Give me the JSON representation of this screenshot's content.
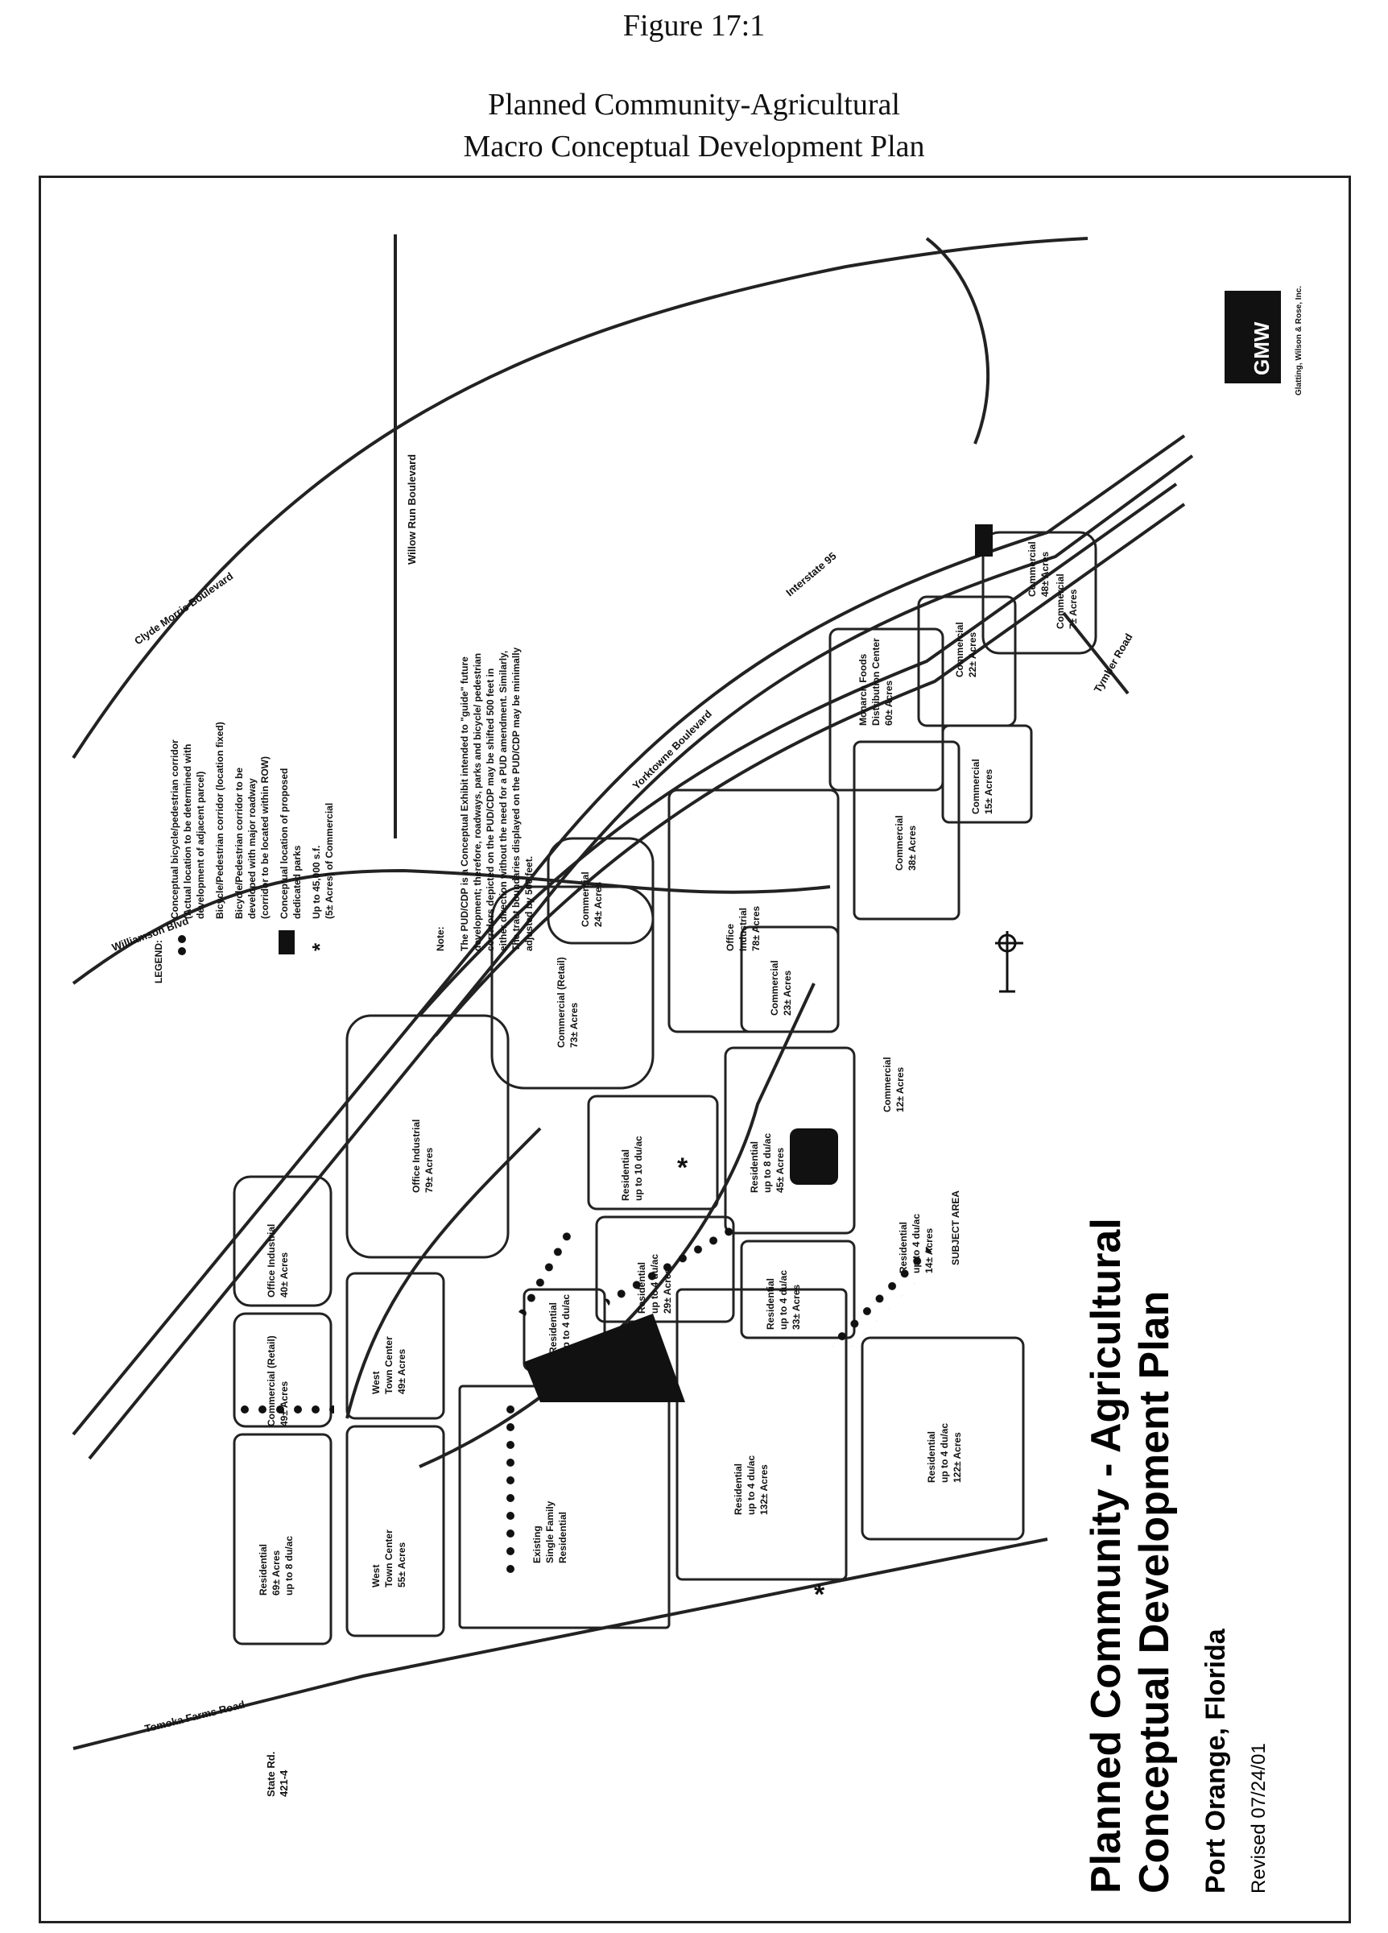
{
  "header": {
    "figure": "Figure 17:1",
    "title_line1": "Planned Community-Agricultural",
    "title_line2": "Macro Conceptual Development Plan"
  },
  "roads": {
    "clyde_morris": "Clyde Morris Boulevard",
    "interstate": "Interstate 95",
    "yorktowne": "Yorktowne Boulevard",
    "willow_run": "Willow Run Boulevard",
    "williamson": "Williamson Blvd",
    "tymber": "Tymber Road",
    "tomoka": "Tomoka Farms Road",
    "state_rd_1": "State Rd.",
    "state_rd_2": "421-4"
  },
  "legend": {
    "heading": "LEGEND:",
    "item1a": "Conceptual bicycle/pedestrian corridor",
    "item1b": "(Actual location to be determined with",
    "item1c": "development of adjacent parcel)",
    "item2": "Bicycle/Pedestrian corridor (location fixed)",
    "item3a": "Bicycle/Pedestrian corridor to be",
    "item3b": "developed with major roadway",
    "item3c": "(corridor to be located within ROW)",
    "item4a": "Conceptual location of proposed",
    "item4b": "dedicated parks",
    "item5a": "Up to 45,000 s.f.",
    "item5b": "(5± Acres) of Commercial"
  },
  "note": {
    "heading": "Note:",
    "line1": "The PUD/CDP is a Conceptual Exhibit intended to \"guide\" future",
    "line2": "development; therefore, roadways, parks and bicycle/ pedestrian",
    "line3": "corridors depicted on the PUD/CDP may be shifted 500 feet in",
    "line4": "either direction without the need for a PUD amendment. Similarly,",
    "line5": "The tract boundaries displayed on the PUD/CDP may be minimally",
    "line6": "adjusted by 500 feet."
  },
  "parcels": {
    "p1a": "Commercial",
    "p1b": "48± Acres",
    "p2a": "Commercial",
    "p2b": "7± Acres",
    "p3a": "Commercial",
    "p3b": "22± Acres",
    "p4a": "Monarch Foods",
    "p4b": "Distribution Center",
    "p4c": "60± Acres",
    "p5a": "Commercial",
    "p5b": "38± Acres",
    "p6a": "Commercial",
    "p6b": "15± Acres",
    "p7a": "Office",
    "p7b": "Industrial",
    "p7c": "78± Acres",
    "p8a": "Commercial",
    "p8b": "24± Acres",
    "p9a": "Commercial",
    "p9b": "23± Acres",
    "p10a": "Commercial",
    "p10b": "12± Acres",
    "p11a": "Commercial (Retail)",
    "p11b": "73± Acres",
    "p12a": "Residential",
    "p12b": "up to 8 du/ac",
    "p12c": "45± Acres",
    "p13a": "Office Industrial",
    "p13b": "79± Acres",
    "p14a": "Residential",
    "p14b": "up to 10 du/ac",
    "p15a": "Residential",
    "p15b": "up to 4 du/ac",
    "p15c": "33± Acres",
    "p16a": "Residential",
    "p16b": "up to 4 du/ac",
    "p16c": "29± Acres",
    "p17a": "Residential",
    "p17b": "up to 4 du/ac",
    "p17c": "14± Acres",
    "p18": "SUBJECT AREA",
    "p19a": "Office Industrial",
    "p19b": "40± Acres",
    "p20a": "Residential",
    "p20b": "up to 4 du/ac",
    "p21a": "Commercial (Retail)",
    "p21b": "49± Acres",
    "p22a": "West",
    "p22b": "Town Center",
    "p22c": "49± Acres",
    "p23a": "Residential",
    "p23b": "up to 4 du/ac",
    "p23c": "132± Acres",
    "p24a": "Residential",
    "p24b": "up to 4 du/ac",
    "p24c": "122± Acres",
    "p25a": "Residential",
    "p25b": "69± Acres",
    "p25c": "up to 8 du/ac",
    "p26a": "West",
    "p26b": "Town Center",
    "p26c": "55± Acres",
    "p27a": "Existing",
    "p27b": "Single Family",
    "p27c": "Residential"
  },
  "plan_title": {
    "line1": "Planned Community - Agricultural",
    "line2": "Conceptual Development Plan",
    "line3": "Port Orange, Florida",
    "line4": "Revised 07/24/01"
  },
  "logo_text": "GMW",
  "firm": "Glatting, Wilson & Rose, Inc."
}
